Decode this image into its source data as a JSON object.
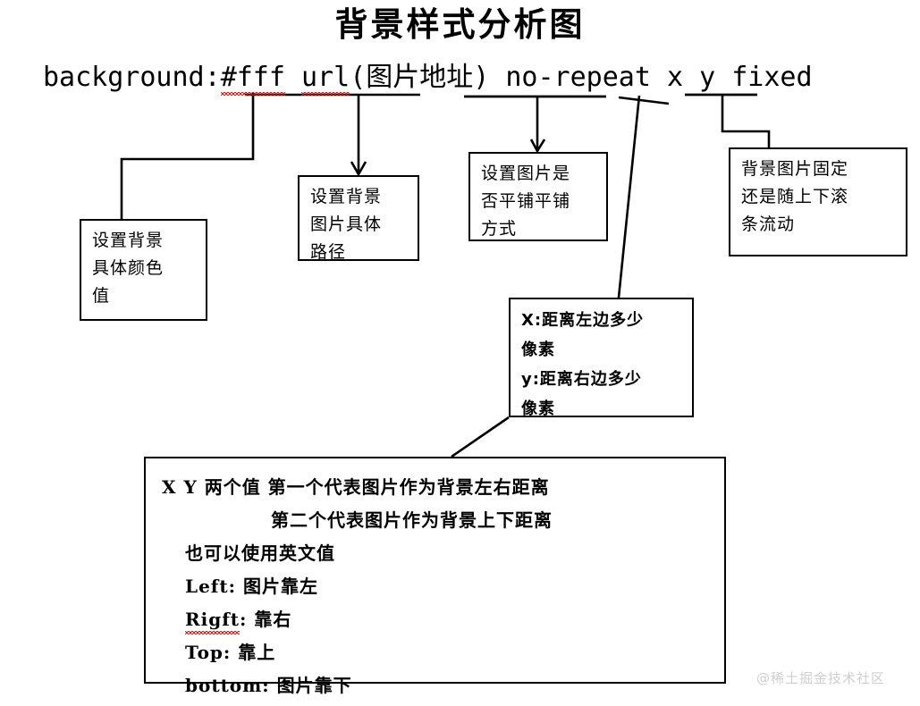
{
  "page": {
    "title": "背景样式分析图",
    "watermark": "@稀土掘金技术社区",
    "background_color": "#ffffff",
    "line_color": "#000000",
    "spellcheck_color": "#cc2222",
    "watermark_color": "#cfcfcf"
  },
  "code_line": {
    "full_text": "background:#fff url(图片地址) no-repeat x y fixed",
    "tokens": [
      {
        "text": "background:",
        "underline": "none",
        "spellcheck": false
      },
      {
        "text": "#fff",
        "underline": "none",
        "spellcheck": true
      },
      {
        "text": " ",
        "underline": "none",
        "spellcheck": false
      },
      {
        "text": "url",
        "underline": "solid",
        "spellcheck": true
      },
      {
        "text": "(图片地址)",
        "underline": "solid",
        "spellcheck": false
      },
      {
        "text": " ",
        "underline": "none",
        "spellcheck": false
      },
      {
        "text": "no-repeat",
        "underline": "solid",
        "spellcheck": false
      },
      {
        "text": " ",
        "underline": "none",
        "spellcheck": false
      },
      {
        "text": "x y",
        "underline": "slanted",
        "spellcheck": false
      },
      {
        "text": " ",
        "underline": "none",
        "spellcheck": false
      },
      {
        "text": "fixed",
        "underline": "solid",
        "spellcheck": false
      }
    ]
  },
  "boxes": {
    "color": {
      "source_token": "#fff",
      "lines": [
        "设置背景",
        "具体颜色",
        "值"
      ]
    },
    "path": {
      "source_token": "url(图片地址)",
      "lines": [
        "设置背景",
        "图片具体",
        "路径"
      ]
    },
    "repeat": {
      "source_token": "no-repeat",
      "lines": [
        "设置图片是",
        "否平铺平铺",
        "方式"
      ]
    },
    "fixed": {
      "source_token": "fixed",
      "lines": [
        "背景图片固定",
        "还是随上下滚",
        "条流动"
      ]
    },
    "xy": {
      "source_token": "x y",
      "lines": [
        "X:距离左边多少",
        "像素",
        "y:距离右边多少",
        "像素"
      ]
    },
    "detail": {
      "source_box": "xy",
      "lines": [
        {
          "text": "X Y 两个值 第一个代表图片作为背景左右距离",
          "style": "normal"
        },
        {
          "text": "第二个代表图片作为背景上下距离",
          "style": "indent"
        },
        {
          "text": "也可以使用英文值",
          "style": "sub"
        },
        {
          "text": "Left: 图片靠左",
          "style": "sub"
        },
        {
          "text": "Rigft: 靠右",
          "style": "sub",
          "spellcheck_word": "Rigft"
        },
        {
          "text": "Top: 靠上",
          "style": "sub"
        },
        {
          "text": "bottom: 图片靠下",
          "style": "sub"
        }
      ]
    }
  }
}
